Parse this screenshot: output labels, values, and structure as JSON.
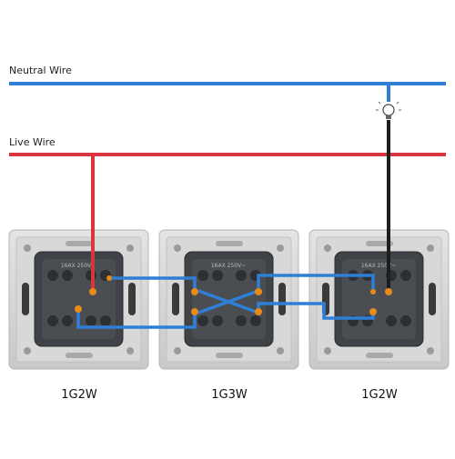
{
  "wires": {
    "neutral_label": "Neutral Wire",
    "live_label": "Live Wire",
    "neutral_color": "#2f7fd6",
    "live_color": "#d8353f",
    "traveler_color": "#2f7fd6",
    "lamp_wire_color": "#1e1e1e"
  },
  "lamp": {
    "icon": "light-bulb-icon"
  },
  "switches": [
    {
      "caption": "1G2W",
      "rating": "16AX 250V~"
    },
    {
      "caption": "1G3W",
      "rating": "16AX 250V~"
    },
    {
      "caption": "1G2W",
      "rating": "16AX 250V~"
    }
  ]
}
